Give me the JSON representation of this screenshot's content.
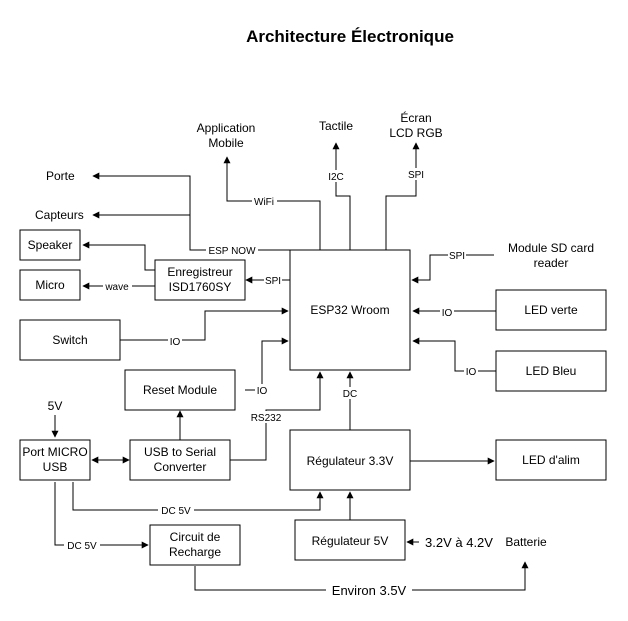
{
  "title": "Architecture Électronique",
  "blocks": {
    "esp32": "ESP32 Wroom",
    "enregistreur": [
      "Enregistreur",
      "ISD1760SY"
    ],
    "speaker": "Speaker",
    "micro": "Micro",
    "switch": "Switch",
    "reset": "Reset Module",
    "port_usb": [
      "Port MICRO",
      "USB"
    ],
    "usb_serial": [
      "USB to Serial",
      "Converter"
    ],
    "regulateur_33": "Régulateur 3.3V",
    "led_alim": "LED d'alim",
    "led_verte": "LED verte",
    "led_bleu": "LED Bleu",
    "regulateur_5": "Régulateur 5V",
    "circuit": [
      "Circuit de",
      "Recharge"
    ]
  },
  "external": {
    "application": [
      "Application",
      "Mobile"
    ],
    "tactile": "Tactile",
    "ecran": [
      "Écran",
      "LCD RGB"
    ],
    "porte": "Porte",
    "capteurs": "Capteurs",
    "sd_card": [
      "Module SD card",
      "reader"
    ],
    "v5": "5V",
    "batterie": "Batterie"
  },
  "edge_labels": {
    "wifi": "WiFi",
    "esp_now": "ESP NOW",
    "i2c": "I2C",
    "spi_lcd": "SPI",
    "spi_sd": "SPI",
    "spi_enr": "SPI",
    "wave": "wave",
    "io_switch": "IO",
    "io_reset": "IO",
    "io_verte": "IO",
    "io_bleu": "IO",
    "rs232": "RS232",
    "dc": "DC",
    "dc_5v_reg": "DC 5V",
    "dc_5v_charge": "DC 5V",
    "batt_voltage": "3.2V à 4.2V",
    "environ": "Environ 3.5V"
  },
  "colors": {
    "stroke": "#000000",
    "background": "#ffffff"
  }
}
